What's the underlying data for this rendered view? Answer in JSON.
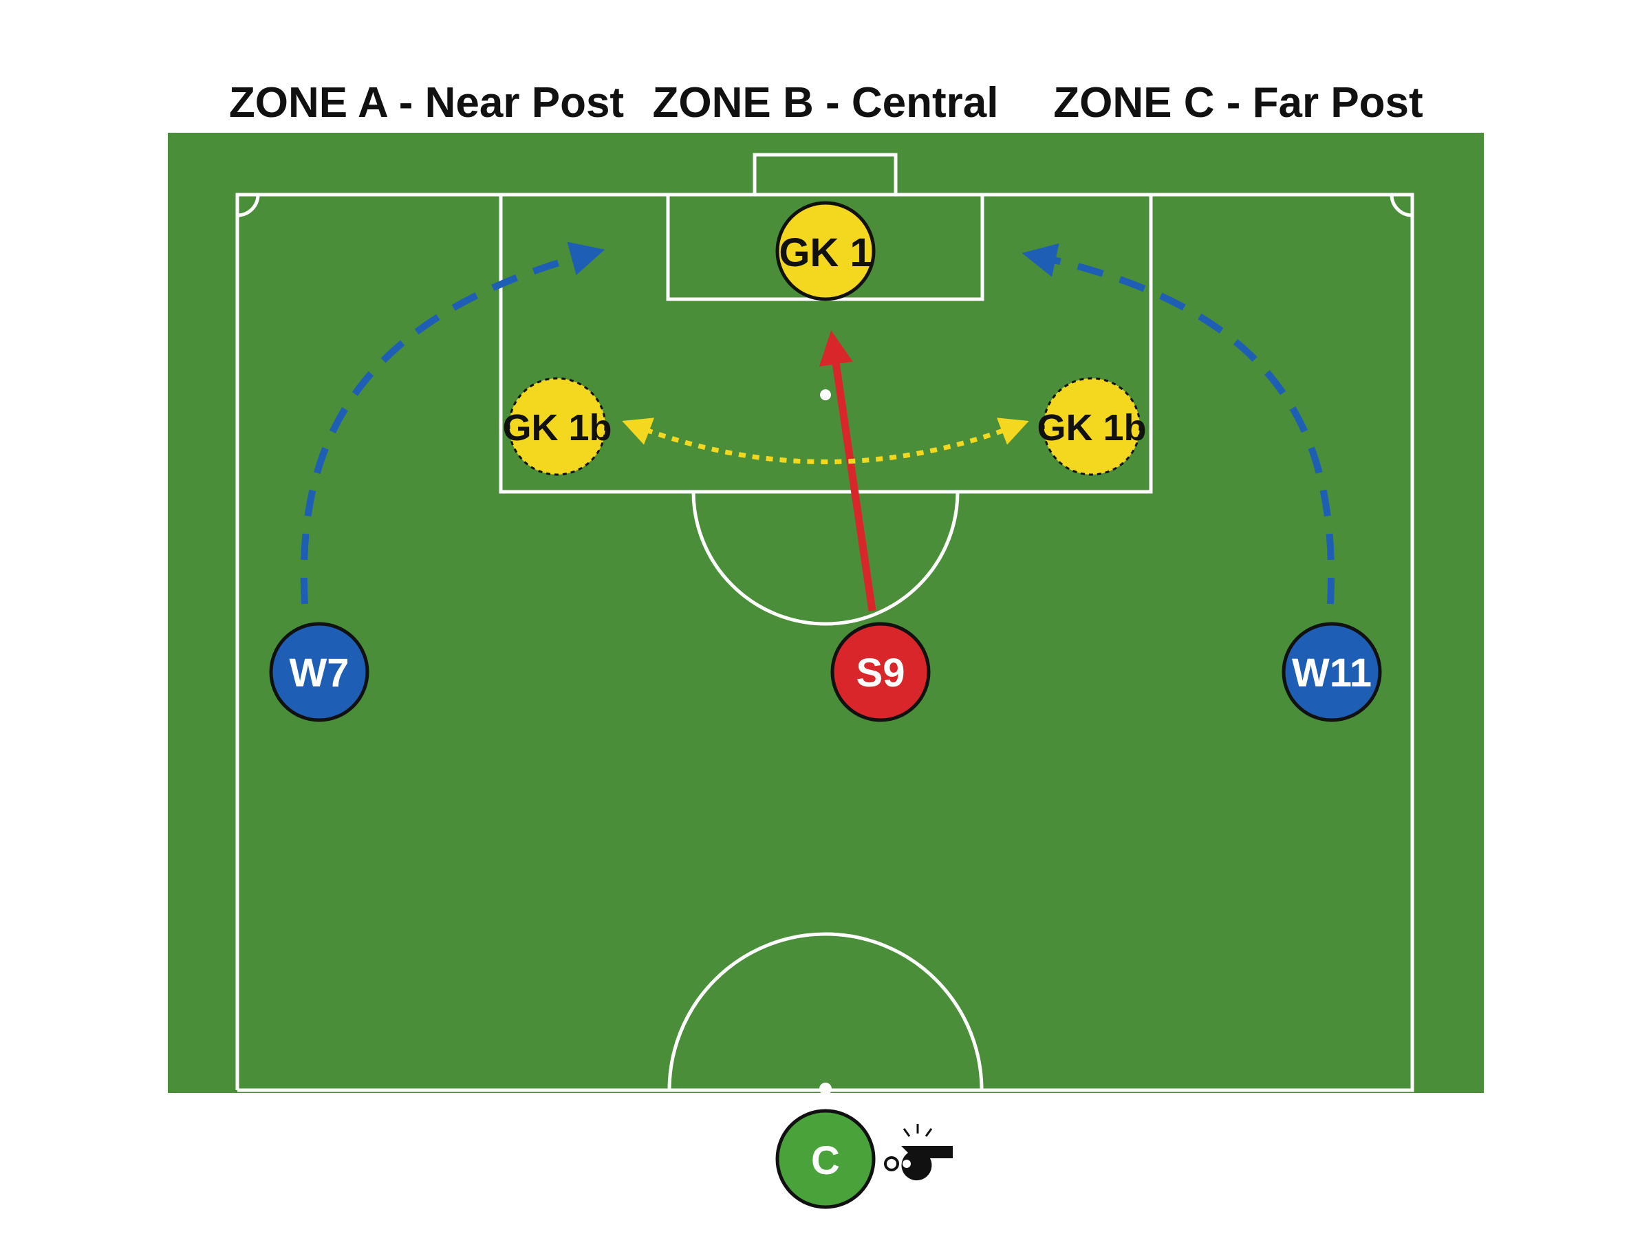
{
  "colors": {
    "pitch": "#4a8e3a",
    "line": "#ffffff",
    "blue": "#1e5fb5",
    "red": "#d9262a",
    "yellow": "#f4d81f",
    "green_token": "#4aa23b",
    "text_dark": "#111111"
  },
  "zones": {
    "a": "ZONE A - Near Post",
    "b": "ZONE B - Central",
    "c": "ZONE C - Far Post"
  },
  "players": {
    "gk_main": "GK 1",
    "gk_alt_left": "GK 1b",
    "gk_alt_right": "GK 1b",
    "winger_left": "W7",
    "striker": "S9",
    "winger_right": "W11",
    "coach": "C"
  },
  "icons": {
    "whistle": "whistle-icon"
  }
}
